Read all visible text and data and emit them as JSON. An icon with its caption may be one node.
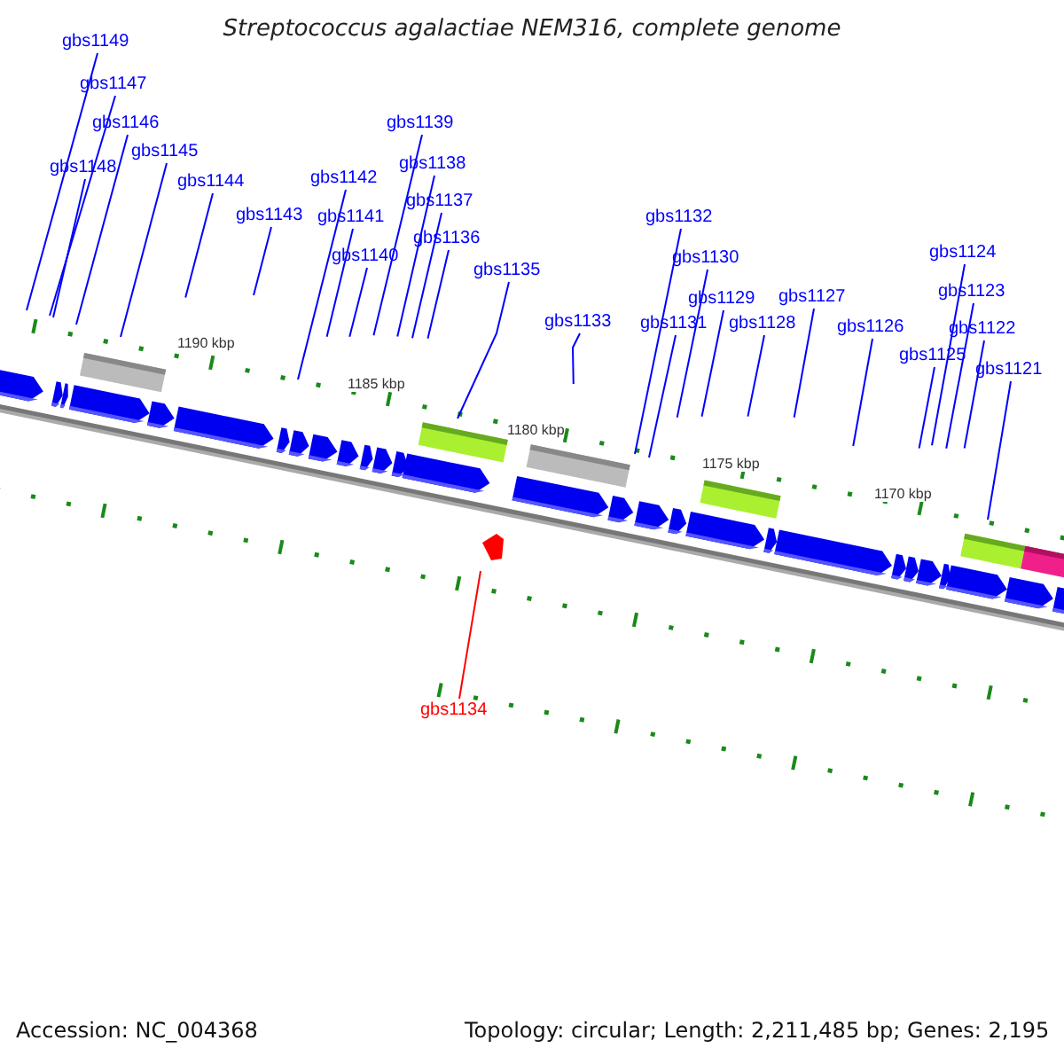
{
  "diagram": {
    "title": "Streptococcus agalactiae NEM316, complete genome",
    "nodes": [
      {
        "text": [
          "gbs1149"
        ]
      },
      {
        "text": [
          "gbs1147"
        ]
      },
      {
        "text": [
          "gbs1146"
        ]
      },
      {
        "text": [
          "gbs1148"
        ]
      },
      {
        "text": [
          "gbs1145"
        ]
      },
      {
        "text": [
          "gbs1144"
        ]
      },
      {
        "text": [
          "gbs1143"
        ]
      },
      {
        "text": [
          "gbs1142"
        ]
      },
      {
        "text": [
          "gbs1141"
        ]
      },
      {
        "text": [
          "gbs1140"
        ]
      },
      {
        "text": [
          "gbs1139"
        ]
      },
      {
        "text": [
          "gbs1138"
        ]
      },
      {
        "text": [
          "gbs1137"
        ]
      },
      {
        "text": [
          "gbs1136"
        ]
      },
      {
        "text": [
          "gbs1135"
        ]
      },
      {
        "text": [
          "gbs1133"
        ]
      },
      {
        "text": [
          "gbs1132"
        ]
      },
      {
        "text": [
          "gbs1130"
        ]
      },
      {
        "text": [
          "gbs1131"
        ]
      },
      {
        "text": [
          "gbs1129"
        ]
      },
      {
        "text": [
          "gbs1128"
        ]
      },
      {
        "text": [
          "gbs1127"
        ]
      },
      {
        "text": [
          "gbs1126"
        ]
      },
      {
        "text": [
          "gbs1124"
        ]
      },
      {
        "text": [
          "gbs1123"
        ]
      },
      {
        "text": [
          "gbs1125"
        ]
      },
      {
        "text": [
          "gbs1122"
        ]
      },
      {
        "text": [
          "gbs1121"
        ]
      },
      {
        "text": [
          "gbs1134"
        ]
      }
    ],
    "edges": [
      {
        "from": 0,
        "to": null,
        "arrow": "none"
      },
      {
        "from": 1,
        "to": null,
        "arrow": "none"
      },
      {
        "from": 2,
        "to": null,
        "arrow": "none"
      },
      {
        "from": 3,
        "to": null,
        "arrow": "none"
      },
      {
        "from": 4,
        "to": null,
        "arrow": "none"
      },
      {
        "from": 5,
        "to": null,
        "arrow": "none"
      },
      {
        "from": 6,
        "to": null,
        "arrow": "none"
      },
      {
        "from": 7,
        "to": null,
        "arrow": "none"
      },
      {
        "from": 8,
        "to": null,
        "arrow": "none"
      },
      {
        "from": 9,
        "to": null,
        "arrow": "none"
      },
      {
        "from": 10,
        "to": null,
        "arrow": "none"
      },
      {
        "from": 11,
        "to": null,
        "arrow": "none"
      },
      {
        "from": 12,
        "to": null,
        "arrow": "none"
      },
      {
        "from": 13,
        "to": null,
        "arrow": "none"
      },
      {
        "from": 14,
        "to": null,
        "arrow": "none"
      },
      {
        "from": 15,
        "to": null,
        "arrow": "none"
      },
      {
        "from": 16,
        "to": null,
        "arrow": "none"
      },
      {
        "from": 17,
        "to": null,
        "arrow": "none"
      },
      {
        "from": 18,
        "to": null,
        "arrow": "none"
      },
      {
        "from": 19,
        "to": null,
        "arrow": "none"
      },
      {
        "from": 20,
        "to": null,
        "arrow": "none"
      },
      {
        "from": 21,
        "to": null,
        "arrow": "none"
      },
      {
        "from": 22,
        "to": null,
        "arrow": "none"
      },
      {
        "from": 23,
        "to": null,
        "arrow": "none"
      },
      {
        "from": 24,
        "to": null,
        "arrow": "none"
      },
      {
        "from": 25,
        "to": null,
        "arrow": "none"
      },
      {
        "from": 26,
        "to": null,
        "arrow": "none"
      },
      {
        "from": 27,
        "to": null,
        "arrow": "none"
      },
      {
        "from": 28,
        "to": null,
        "arrow": "none",
        "color": "#ff0000"
      }
    ],
    "labels": [
      "1190 kbp",
      "1185 kbp",
      "1180 kbp",
      "1175 kbp",
      "1170 kbp",
      "Accession: NC_004368",
      "Topology: circular; Length: 2,211,485 bp; Genes: 2,195"
    ]
  }
}
